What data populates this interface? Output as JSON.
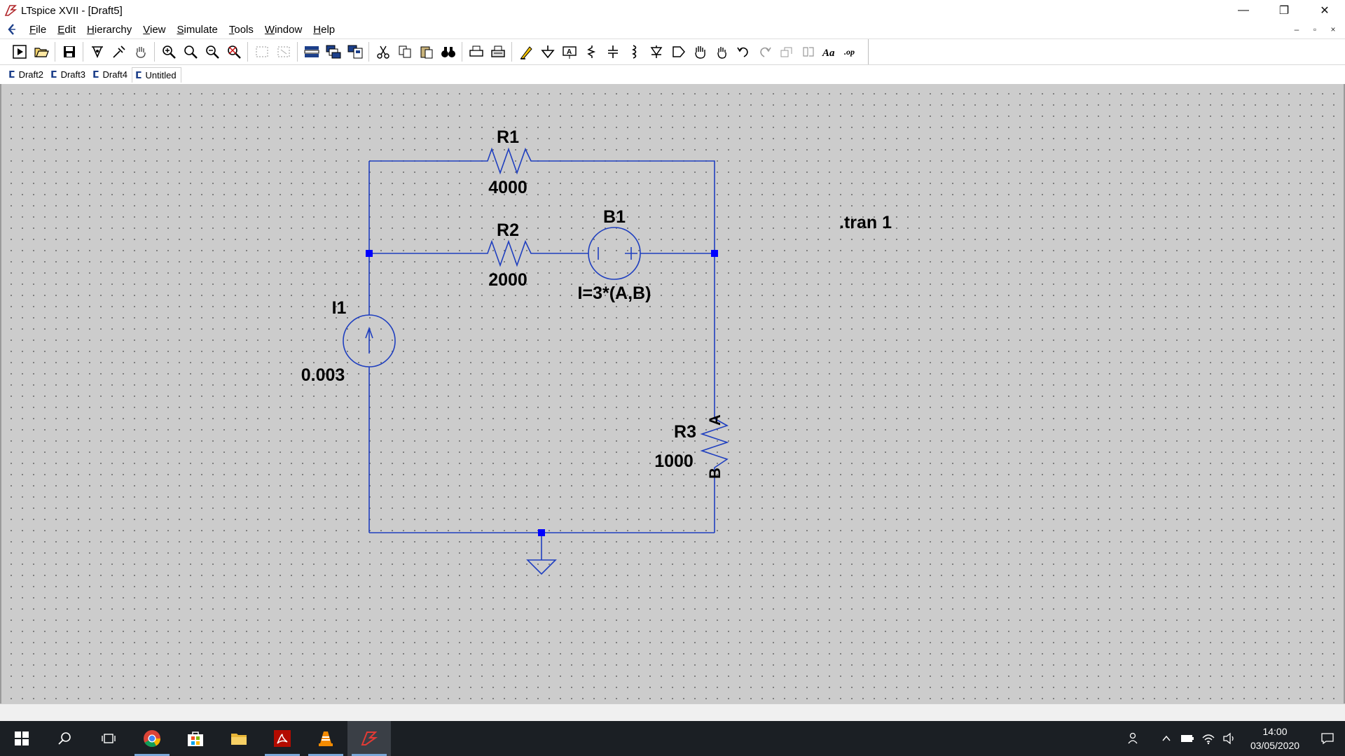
{
  "window": {
    "title": "LTspice XVII - [Draft5]",
    "controls": [
      "—",
      "❐",
      "✕"
    ]
  },
  "menu": {
    "items": [
      {
        "key": "F",
        "rest": "ile"
      },
      {
        "key": "E",
        "rest": "dit"
      },
      {
        "key": "H",
        "rest": "ierarchy"
      },
      {
        "key": "V",
        "rest": "iew"
      },
      {
        "key": "S",
        "rest": "imulate"
      },
      {
        "key": "T",
        "rest": "ools"
      },
      {
        "key": "W",
        "rest": "indow"
      },
      {
        "key": "H",
        "rest": "elp"
      }
    ],
    "mdi_controls": [
      "–",
      "▫",
      "×"
    ]
  },
  "toolbar": {
    "icons": [
      "run-icon",
      "open-icon",
      "save-icon",
      "control-panel-icon",
      "probe-icon",
      "pan-icon",
      "zoom-in-icon",
      "zoom-area-icon",
      "zoom-out-icon",
      "zoom-fit-icon",
      "autoscale-icon",
      "halt-icon",
      "tile-horizontal-icon",
      "cascade-icon",
      "tile-vertical-icon",
      "cut-icon",
      "copy-icon",
      "paste-icon",
      "find-icon",
      "print-icon",
      "print-setup-icon",
      "wire-icon",
      "ground-icon",
      "label-net-icon",
      "resistor-icon",
      "capacitor-icon",
      "inductor-icon",
      "diode-icon",
      "component-icon",
      "move-icon",
      "drag-icon",
      "undo-icon",
      "redo-icon",
      "rotate-icon",
      "mirror-icon",
      "text-icon",
      "spice-directive-icon"
    ]
  },
  "tabs": [
    {
      "label": "Draft2",
      "active": false
    },
    {
      "label": "Draft3",
      "active": false
    },
    {
      "label": "Draft4",
      "active": false
    },
    {
      "label": "Untitled",
      "active": true
    }
  ],
  "schematic": {
    "r1": {
      "name": "R1",
      "value": "4000"
    },
    "r2": {
      "name": "R2",
      "value": "2000"
    },
    "r3": {
      "name": "R3",
      "value": "1000",
      "pin_top": "A",
      "pin_bottom": "B"
    },
    "b1": {
      "name": "B1",
      "value": "I=3*(A,B)"
    },
    "i1": {
      "name": "I1",
      "value": "0.003"
    },
    "directive": ".tran 1",
    "wire_color": "#1f3fbf",
    "junction_color": "#0000ff"
  },
  "taskbar": {
    "apps": [
      "start-icon",
      "search-icon",
      "task-view-icon",
      "chrome-icon",
      "store-icon",
      "file-explorer-icon",
      "acrobat-icon",
      "vlc-icon",
      "ltspice-icon"
    ],
    "time": "14:00",
    "date": "03/05/2020"
  }
}
